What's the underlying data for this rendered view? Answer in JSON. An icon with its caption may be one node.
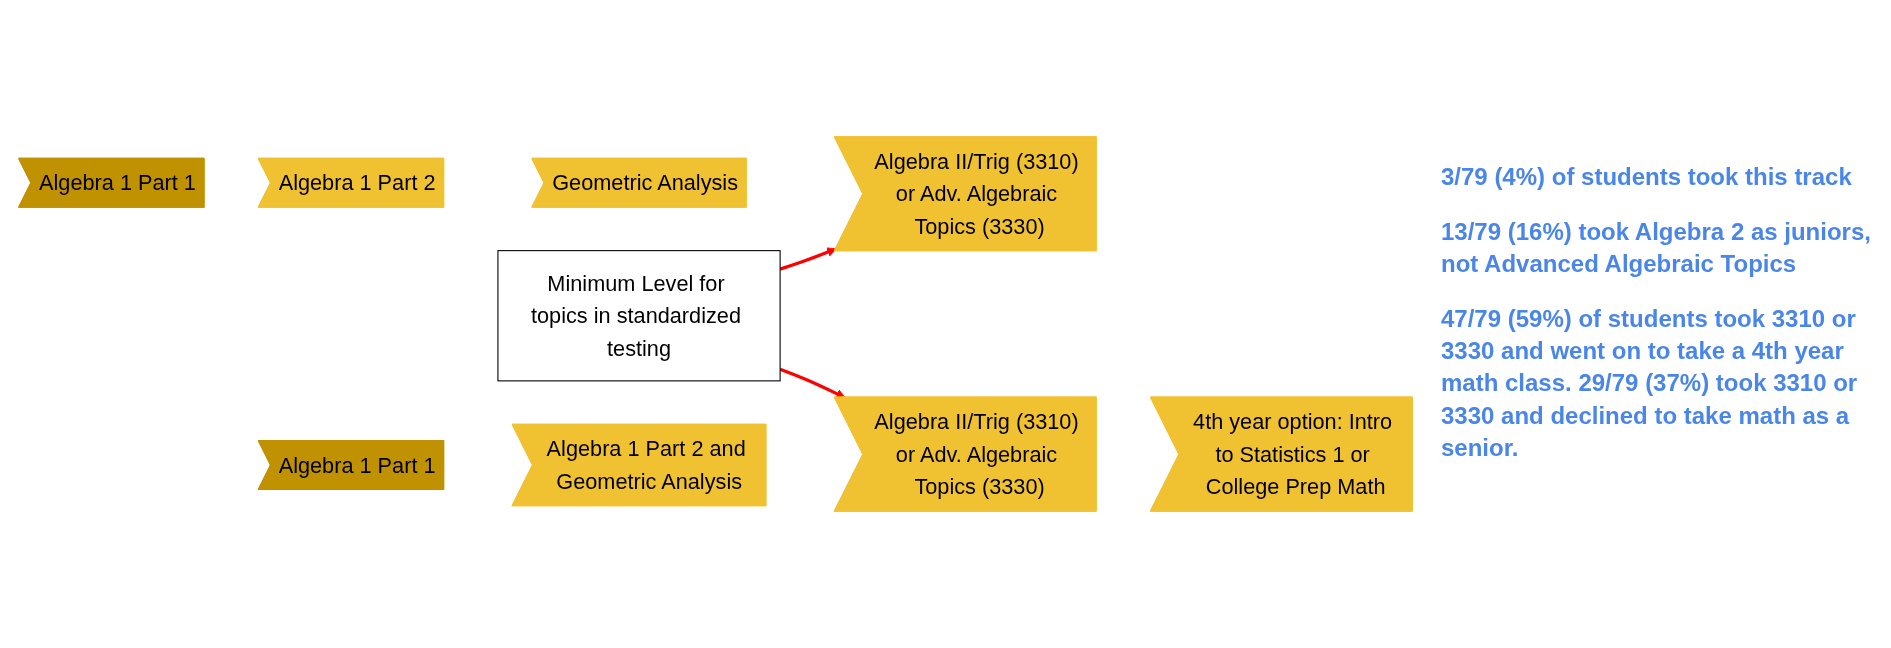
{
  "diagram": {
    "nodes": [
      {
        "text": [
          "Algebra 1 Part 1"
        ]
      },
      {
        "text": [
          "Algebra 1 Part 2"
        ]
      },
      {
        "text": [
          "Geometric Analysis"
        ]
      },
      {
        "text": [
          "Algebra II/Trig (3310) or Adv. Algebraic Topics (3330)"
        ]
      },
      {
        "text": [
          "Minimum Level for topics in standardized testing"
        ]
      },
      {
        "text": [
          "Algebra 1 Part 1"
        ]
      },
      {
        "text": [
          "Algebra 1 Part 2 and Geometric Analysis"
        ]
      },
      {
        "text": [
          "Algebra II/Trig (3310) or Adv. Algebraic Topics (3330)"
        ]
      },
      {
        "text": [
          "4th year option: Intro to Statistics 1 or College Prep Math"
        ]
      }
    ],
    "edges": [
      {
        "from": 4,
        "to": 3,
        "arrow": "to",
        "color": "#ff0000"
      },
      {
        "from": 4,
        "to": 7,
        "arrow": "to",
        "color": "#ff0000"
      }
    ],
    "labels": [
      "3/79 (4%) of students took this track",
      "13/79 (16%) took Algebra 2 as juniors, not Advanced Algebraic Topics",
      "47/79 (59%) of students took 3310 or 3330 and went on to take a 4th year math class. 29/79 (37%) took 3310 or 3330 and declined to take math as a senior."
    ]
  }
}
